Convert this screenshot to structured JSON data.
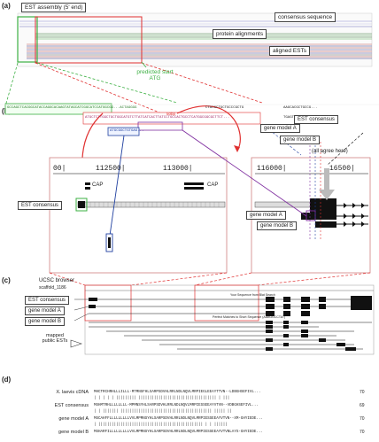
{
  "panels": {
    "a": "(a)",
    "b": "(b)",
    "c": "(c)",
    "d": "(d)"
  },
  "panel_a": {
    "title": "EST assembly (5' end)",
    "consensus": "consensus sequence",
    "protein": "protein alignments",
    "ests": "aligned ESTs",
    "predicted": "predicted start ATG"
  },
  "panel_b": {
    "seq1": "GCCAGCTCACGGCATACCAGGCACAAGTATAGCATCGGCATCCATGGCGG...ACTAGGGG",
    "seq1b": "CTACGCTGCTGCCCGCTG",
    "seq1c": "AAGCACGCTGCCG...",
    "seq2": "ATGCTCTTGGCTGCTGGCATGTCTTATCATCACTTATCCTGCCACTGCCTCATGGCGGCGCTTCT...",
    "seq2b": "TGAGTGGAATGCCAG...",
    "seq3": "ATGCGGCTGTGAG...",
    "aa": "M R L L ...",
    "r50bp": "50bp",
    "est_consensus": "EST consensus",
    "gene_model_a": "gene model A",
    "gene_model_b": "gene model B",
    "all_agree": "(all agree here)",
    "ticks": [
      "00|",
      "112500|",
      "113000|",
      "116000|",
      "16500|"
    ],
    "cap": "CAP",
    "cap2": "CAP",
    "est_consensus2": "EST consensus",
    "gene_model_a2": "gene model A",
    "gene_model_b2": "gene model B"
  },
  "panel_c": {
    "browser_title": "UCSC browser",
    "scaffold": "scaffold_1186",
    "est_consensus": "EST consensus",
    "gene_model_a": "gene model A",
    "gene_model_b": "gene model B",
    "mapped": "mapped public ESTs",
    "header1": "Your Sequence from Blat Search",
    "header2": "Perfect Matches to Short Sequence (AAAGGCCTAT)"
  },
  "panel_d": {
    "rows": [
      {
        "label": "X. laevis cDNA",
        "seq": "MHCTRCHRHLLLILLL-MTMNSFHLSARPSDVHLRRLNDLNQVLMRPIEGLEEAYTTVN--LDBGHSEFIVL...",
        "num": "70"
      },
      {
        "label": "",
        "seq": "| | | | |  ||||||||| ||||||||||||||||||||||||||||||||||| | |||",
        "num": ""
      },
      {
        "label": "EST consensus",
        "seq": "MSHMTRHLLLLLLLL-MPMNSYHLSARPSDVHLRRLNDLNQVLMRPIESSEEAYVTVN--VDBGHSEFIVL...",
        "num": "69"
      },
      {
        "label": "",
        "seq": "| | |||||||  ||||||||||||||||||||||||||||||||||||||||| ||||| ||",
        "num": ""
      },
      {
        "label": "gene model A",
        "seq": "MSCAHFFLLLLLLLLLVVLMPMNSYHLSARPSDVHLRRLNDLNQVLMRPIESSEEAYVTVN--XM-GHYIEDE...",
        "num": "70"
      },
      {
        "label": "",
        "seq": "| ||||||||||||||||||||||||||||||||||||||||||||||| | | ||||||",
        "num": ""
      },
      {
        "label": "gene model B",
        "seq": "MSHARFILLLLLLLLLVVLMPMNSYHLSARPSDVHLRRLNDLNQVLMRPIESSEEAYVTVNLAYS-GHYIEDE...",
        "num": "70"
      }
    ]
  }
}
